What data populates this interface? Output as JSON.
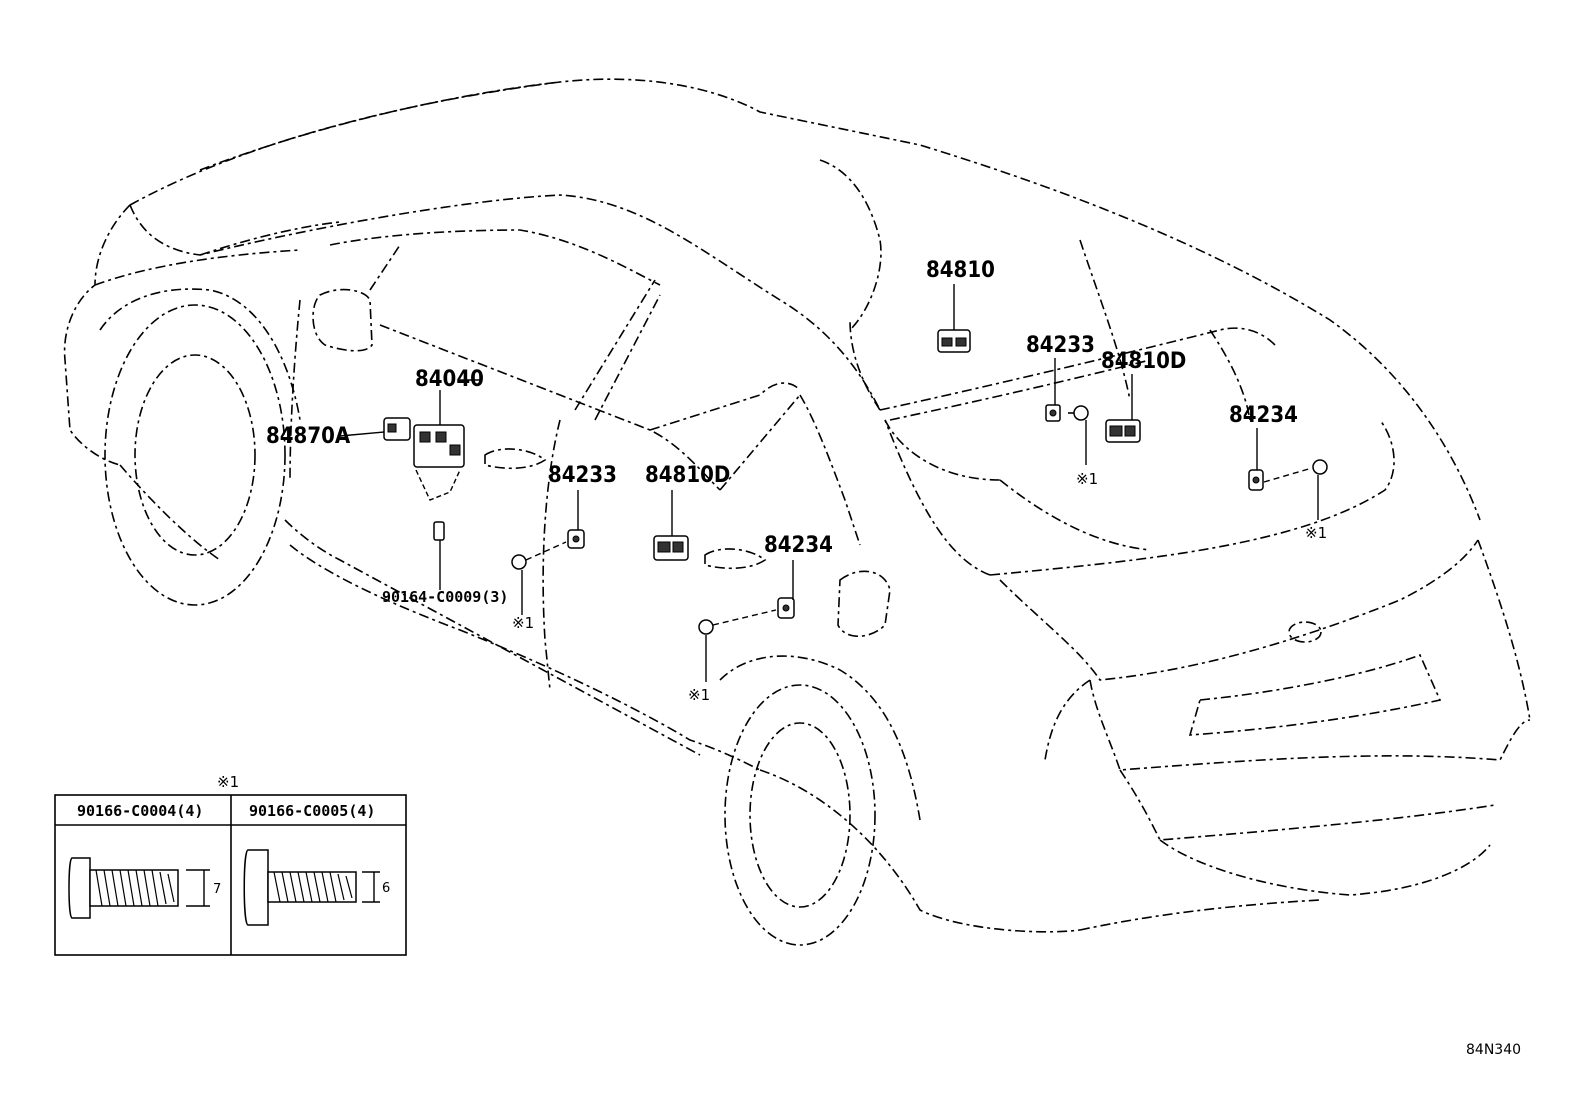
{
  "callouts": {
    "p84810": "84810",
    "p84233_right": "84233",
    "p84810D_right": "84810D",
    "p84234_right": "84234",
    "p84040": "84040",
    "p84870A": "84870A",
    "p84233_left": "84233",
    "p84810D_left": "84810D",
    "p84234_left": "84234",
    "p90164": "90164-C0009(3)"
  },
  "notes": {
    "ref_mark": "※1"
  },
  "legend": {
    "title_mark": "※1",
    "col1_header": "90166-C0004(4)",
    "col2_header": "90166-C0005(4)",
    "col1_dim": "7",
    "col2_dim": "6"
  },
  "figure_id": "84N340"
}
